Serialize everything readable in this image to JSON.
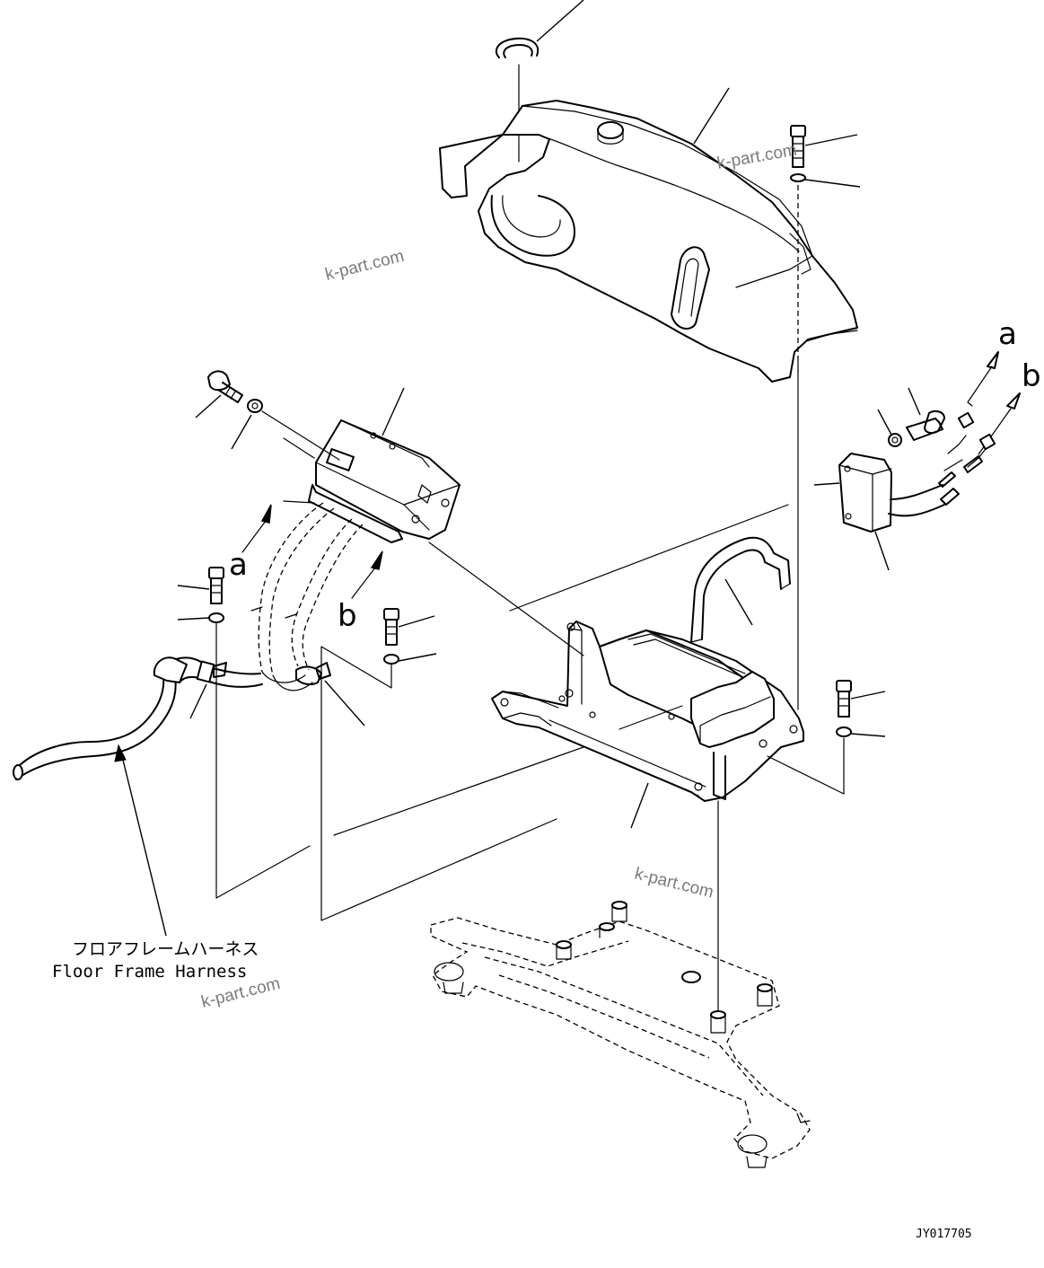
{
  "diagram": {
    "callout_labels": {
      "a_upper_right": "a",
      "b_upper_right": "b",
      "a_left": "a",
      "b_left": "b"
    },
    "harness_label": {
      "japanese": "フロアフレームハーネス",
      "english": "Floor Frame Harness"
    },
    "watermarks": [
      "k-part.com",
      "k-part.com",
      "k-part.com",
      "k-part.com"
    ],
    "drawing_code": "JY017705"
  }
}
